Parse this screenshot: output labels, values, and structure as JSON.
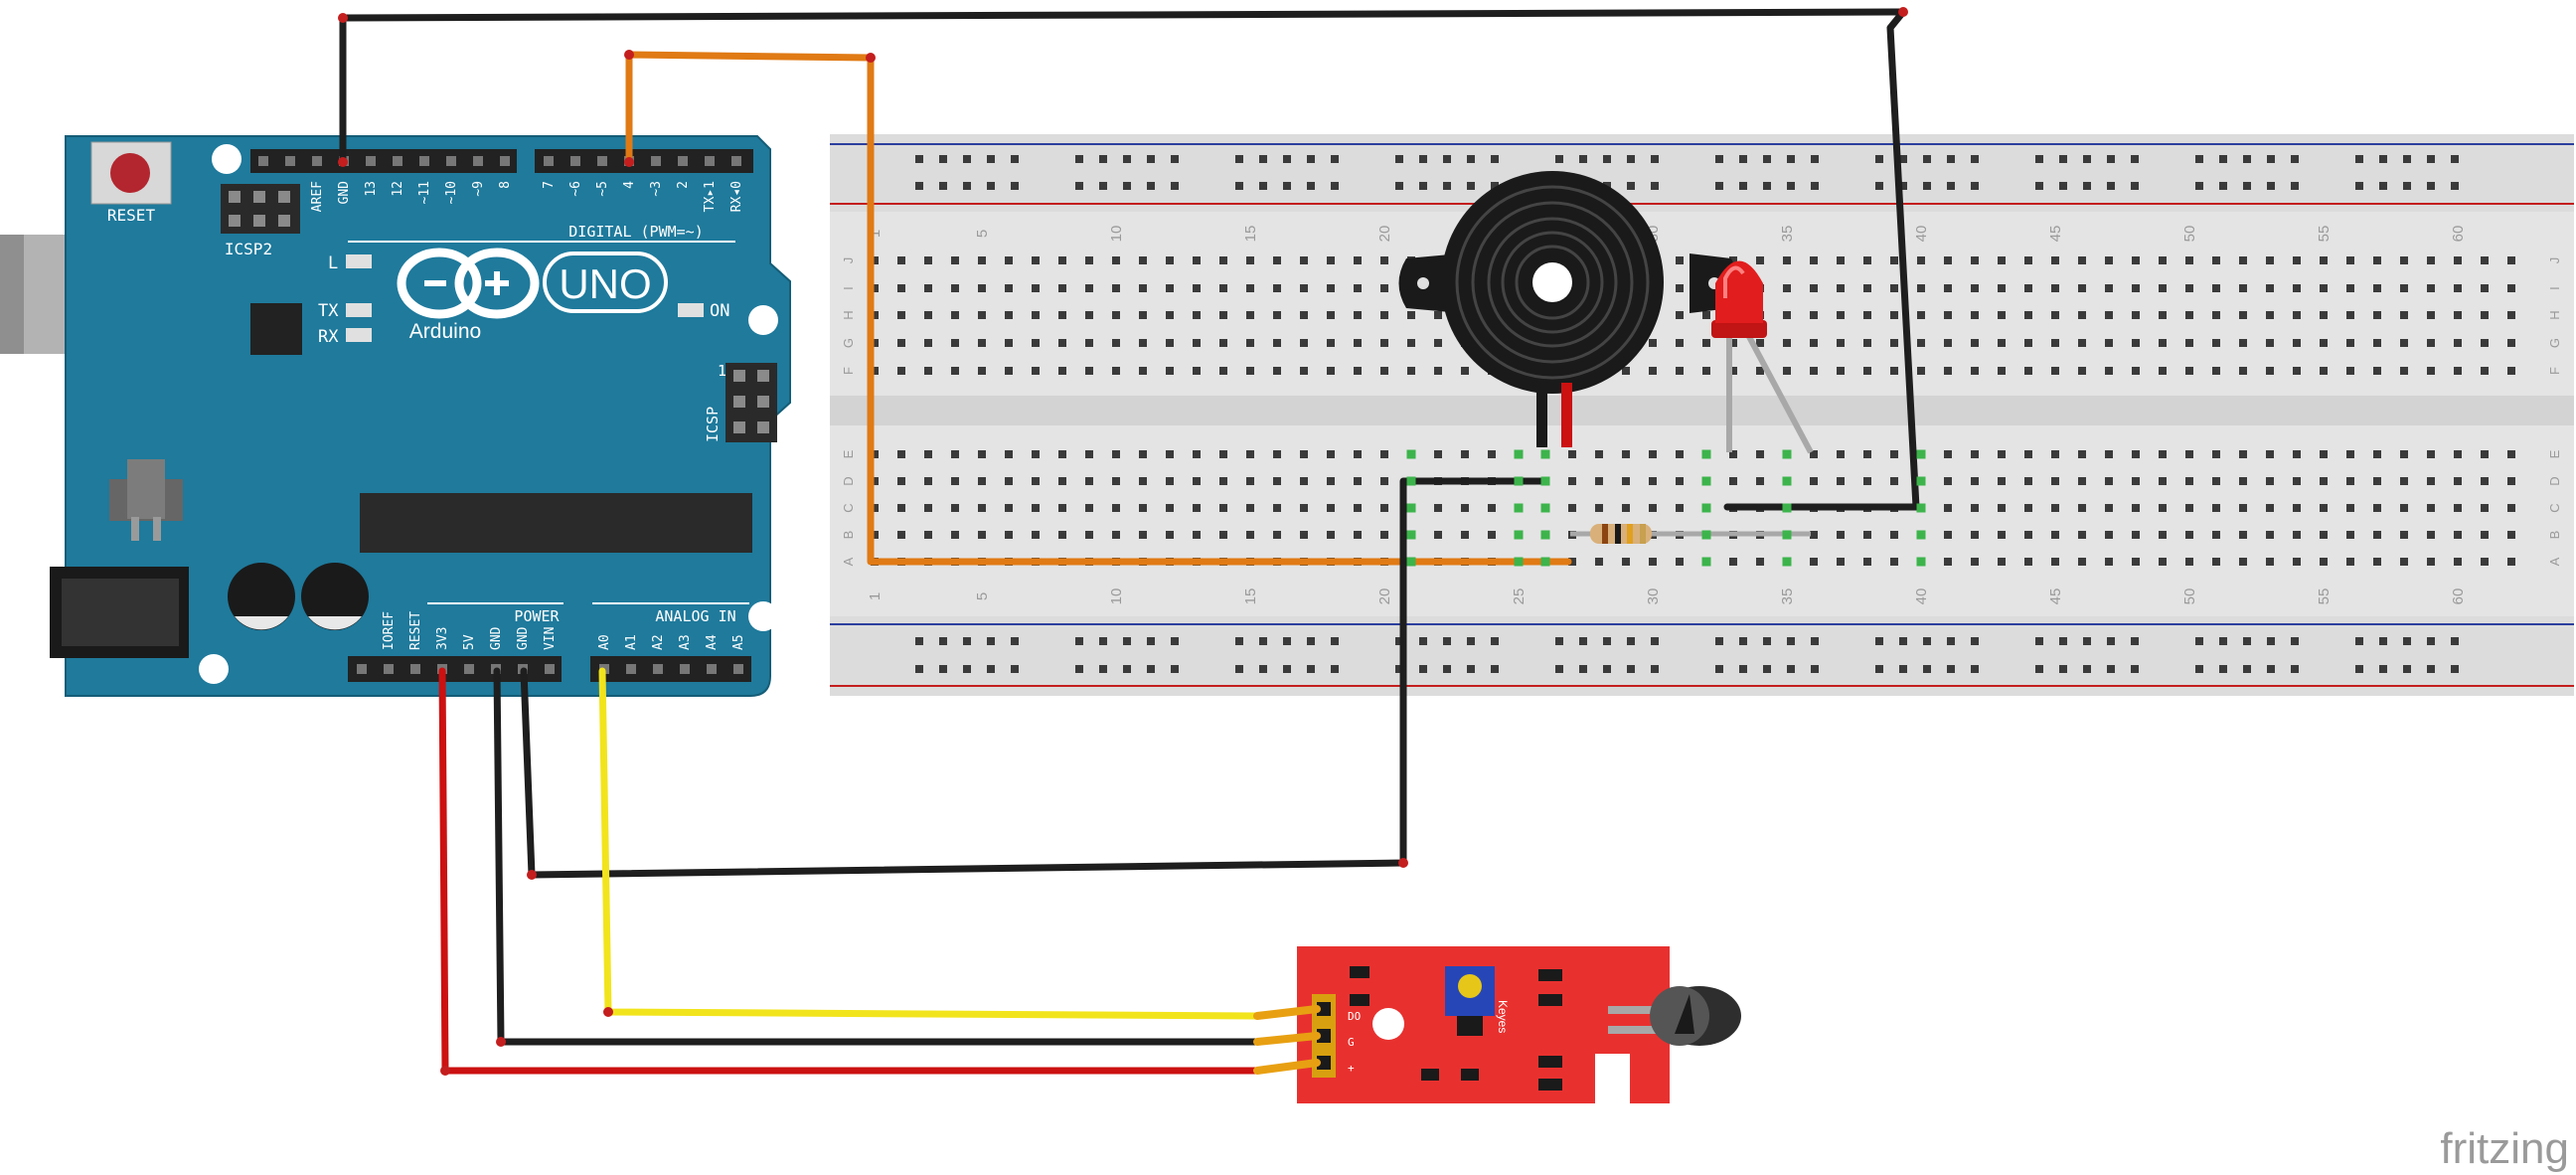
{
  "arduino": {
    "reset_label": "RESET",
    "icsp2_label": "ICSP2",
    "icsp_label": "ICSP",
    "icsp_pin1": "1",
    "led_l_label": "L",
    "tx_label": "TX",
    "rx_label": "RX",
    "on_label": "ON",
    "brand": "Arduino",
    "model": "UNO",
    "digital_label": "DIGITAL (PWM=~)",
    "power_label": "POWER",
    "analog_label": "ANALOG IN",
    "top_pins": [
      "AREF",
      "GND",
      "13",
      "12",
      "~11",
      "~10",
      "~9",
      "8",
      "7",
      "~6",
      "~5",
      "4",
      "~3",
      "2",
      "TX▸1",
      "RX◂0"
    ],
    "power_pins": [
      "IOREF",
      "RESET",
      "3V3",
      "5V",
      "GND",
      "GND",
      "VIN"
    ],
    "analog_pins": [
      "A0",
      "A1",
      "A2",
      "A3",
      "A4",
      "A5"
    ]
  },
  "breadboard": {
    "col_numbers": [
      "1",
      "5",
      "10",
      "15",
      "20",
      "25",
      "30",
      "35",
      "40",
      "45",
      "50",
      "55",
      "60"
    ],
    "row_letters_top": [
      "J",
      "I",
      "H",
      "G",
      "F"
    ],
    "row_letters_bottom": [
      "E",
      "D",
      "C",
      "B",
      "A"
    ]
  },
  "sensor": {
    "brand": "Keyes",
    "pin_labels": [
      "DO",
      "G",
      "+"
    ]
  },
  "watermark": "fritzing",
  "colors": {
    "wire_black": "#1e1e1e",
    "wire_red": "#cc1111",
    "wire_orange": "#e07a14",
    "wire_yellow": "#f2e41c",
    "arduino_blue": "#1f7a9c",
    "sensor_red": "#e8312f",
    "led_red": "#e21d1d"
  }
}
